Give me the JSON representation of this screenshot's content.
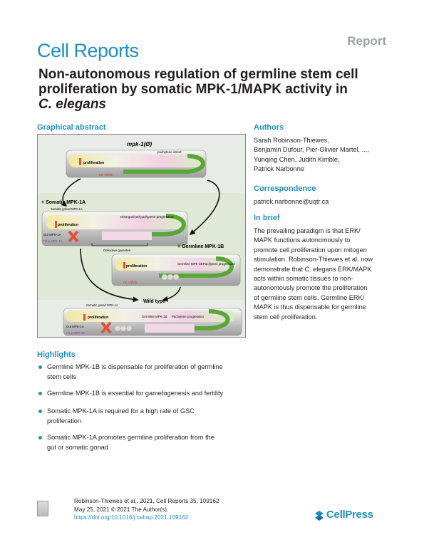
{
  "header": {
    "journal": "Cell Reports",
    "article_type": "Report"
  },
  "title": {
    "line1": "Non-autonomous regulation of germline stem cell",
    "line2": "proliferation by somatic MPK-1/MAPK activity in",
    "line3": "C. elegans"
  },
  "graphical_abstract": {
    "heading": "Graphical abstract",
    "labels": {
      "mpk_null": "mpk-1(Ø)",
      "pachytene_arrest": "pachytene arrest",
      "proliferation": "proliferation",
      "no_vulva": "no vulva",
      "somatic_mpk": "+ Somatic MPK-1A",
      "somatic_gonad": "Somatic gonad MPK-1A",
      "disorganized": "Disorganized pachytene progression",
      "gut": "Gut MPK-1A",
      "pn_p": "Pn.p MPK-1A",
      "defective": "Defective gametes",
      "germline_mpk": "+ Germline MPK-1B",
      "germline_mpk_1b": "Germline MPK-1B",
      "pachytene_prog": "Pachytene progression",
      "wild_type": "Wild type"
    }
  },
  "highlights": {
    "heading": "Highlights",
    "items": [
      {
        "line1": "Germline MPK-1B is dispensable for proliferation of germline",
        "line2": "stem cells"
      },
      {
        "line1": "Germline MPK-1B is essential for gametogenesis and fertility",
        "line2": ""
      },
      {
        "line1": "Somatic MPK-1A is required for a high rate of GSC",
        "line2": "proliferation"
      },
      {
        "line1": "Somatic MPK-1A promotes germline proliferation from the",
        "line2": "gut or somatic gonad"
      }
    ]
  },
  "authors": {
    "heading": "Authors",
    "lines": [
      "Sarah Robinson-Thiewes,",
      "Benjamin Dufour, Pier-Olivier Martel, ...,",
      "Yunqing Chen, Judith Kimble,",
      "Patrick Narbonne"
    ]
  },
  "correspondence": {
    "heading": "Correspondence",
    "email": "patrick.narbonne@uqtr.ca"
  },
  "in_brief": {
    "heading": "In brief",
    "lines": [
      "The prevailing paradigm is that ERK/",
      "MAPK functions autonomously to",
      "promote cell proliferation upon mitogen",
      "stimulation. Robinson-Thiewes et al. now",
      "demonstrate that C. elegans ERK/MAPK",
      "acts within somatic tissues to non-",
      "autonomously promote the proliferation",
      "of germline stem cells. Germline ERK/",
      "MAPK is thus dispensable for germline",
      "stem cell proliferation."
    ]
  },
  "footer": {
    "citation": "Robinson-Thiewes et al., 2021, Cell Reports 35, 109162",
    "date": "May 25, 2021 © 2021 The Author(s).",
    "doi": "https://doi.org/10.1016/j.celrep.2021.109162",
    "publisher": "CellPress"
  },
  "colors": {
    "accent": "#1f8fc1",
    "title": "#231f20",
    "report_gray": "#9aa0a3"
  }
}
